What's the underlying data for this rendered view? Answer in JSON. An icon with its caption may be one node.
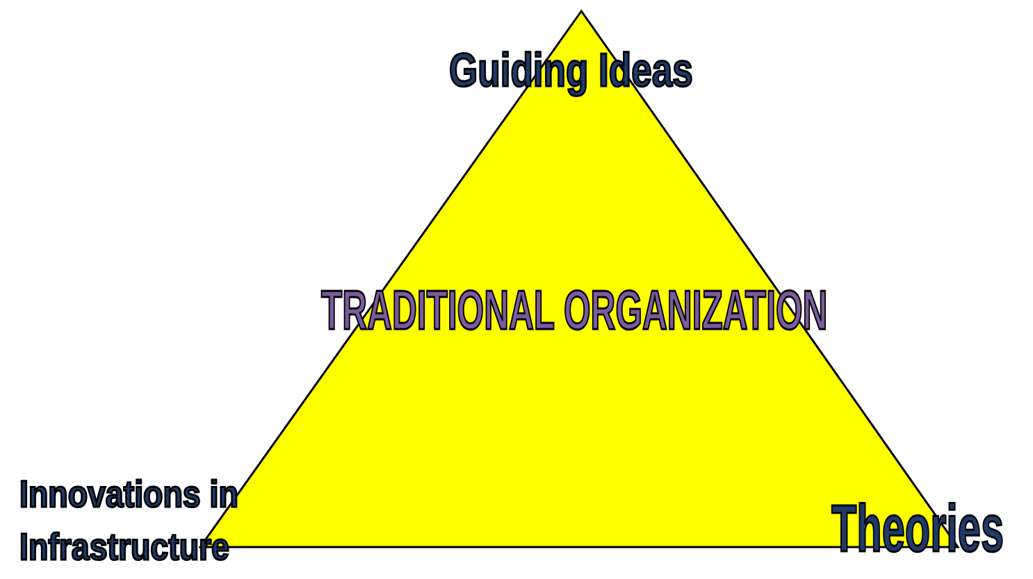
{
  "diagram": {
    "nodes": [
      {
        "text": [
          "TRADITIONAL ORGANIZATION"
        ]
      }
    ],
    "labels": [
      "Guiding Ideas",
      "Innovations in Infrastructure",
      "Theories"
    ]
  }
}
